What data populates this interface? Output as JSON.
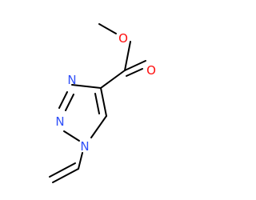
{
  "molecule": {
    "atoms": {
      "carbonyl_oxygen": {
        "symbol": "O"
      },
      "ester_oxygen": {
        "symbol": "O"
      },
      "n3": {
        "symbol": "N"
      },
      "n2": {
        "symbol": "N"
      },
      "n1": {
        "symbol": "N"
      }
    }
  },
  "colors": {
    "bond": "#000000",
    "oxygen": "#ff0d0d",
    "nitrogen": "#3050f8"
  }
}
